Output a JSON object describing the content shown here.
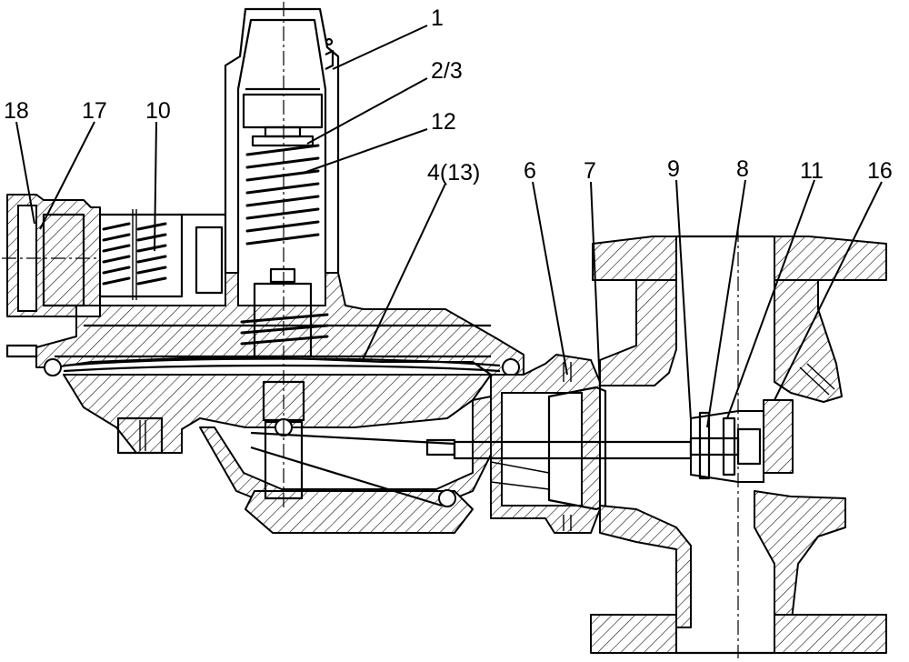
{
  "labels": {
    "l1": "1",
    "l2_3": "2/3",
    "l12": "12",
    "l4_13": "4(13)",
    "l6": "6",
    "l7": "7",
    "l9": "9",
    "l8": "8",
    "l11": "11",
    "l16": "16",
    "l18": "18",
    "l17": "17",
    "l10": "10"
  }
}
